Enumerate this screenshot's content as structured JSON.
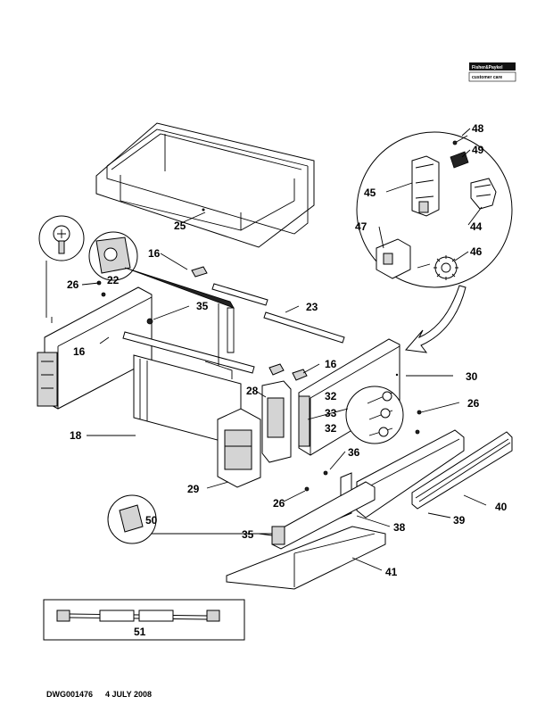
{
  "brand": {
    "logo_top": "Fisher&Paykel",
    "logo_bottom": "customer care"
  },
  "parts": {
    "p16a": "16",
    "p16b": "16",
    "p16c": "16",
    "p18": "18",
    "p22": "22",
    "p23": "23",
    "p25": "25",
    "p26a": "26",
    "p26b": "26",
    "p26c": "26",
    "p28": "28",
    "p29": "29",
    "p30": "30",
    "p32a": "32",
    "p32b": "32",
    "p33": "33",
    "p35a": "35",
    "p35b": "35",
    "p36": "36",
    "p38": "38",
    "p39": "39",
    "p40": "40",
    "p41": "41",
    "p44": "44",
    "p45": "45",
    "p46": "46",
    "p47": "47",
    "p48": "48",
    "p49": "49",
    "p50": "50",
    "p51": "51"
  },
  "footer": {
    "drawing_number": "DWG001476",
    "date": "4 JULY 2008"
  },
  "colors": {
    "line": "#000000",
    "fill": "#ffffff",
    "shade": "#d4d4d4"
  }
}
